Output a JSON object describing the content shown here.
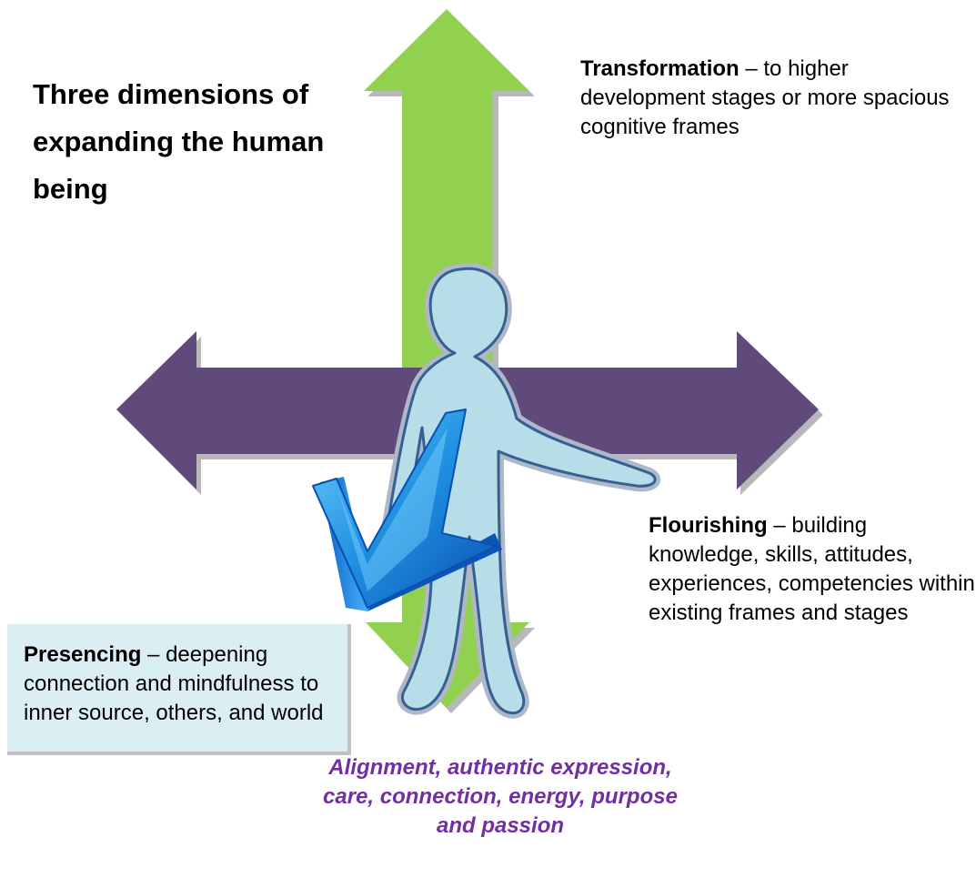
{
  "title": "Three dimensions of expanding the human being",
  "transformation": {
    "term": "Transformation",
    "desc": " – to higher development stages or more spacious cognitive frames"
  },
  "flourishing": {
    "term": "Flourishing",
    "desc": " – building knowledge, skills, attitudes, experiences, competencies within existing frames and stages"
  },
  "presencing": {
    "term": "Presencing",
    "desc": " – deepening connection and mindfulness to inner source, others, and world"
  },
  "qualities": "Alignment, authentic expression, care, connection, energy, purpose and passion",
  "colors": {
    "vertical_arrow": "#92d050",
    "horizontal_arrow": "#604a7b",
    "figure_fill": "#b7dde8",
    "figure_outline": "#366092",
    "check_mark": "#1f8fe0",
    "presencing_box": "#daeef3",
    "qualities_text": "#7030a0"
  },
  "icons": {
    "figure": "human-figure-icon",
    "check": "check-mark-icon"
  }
}
